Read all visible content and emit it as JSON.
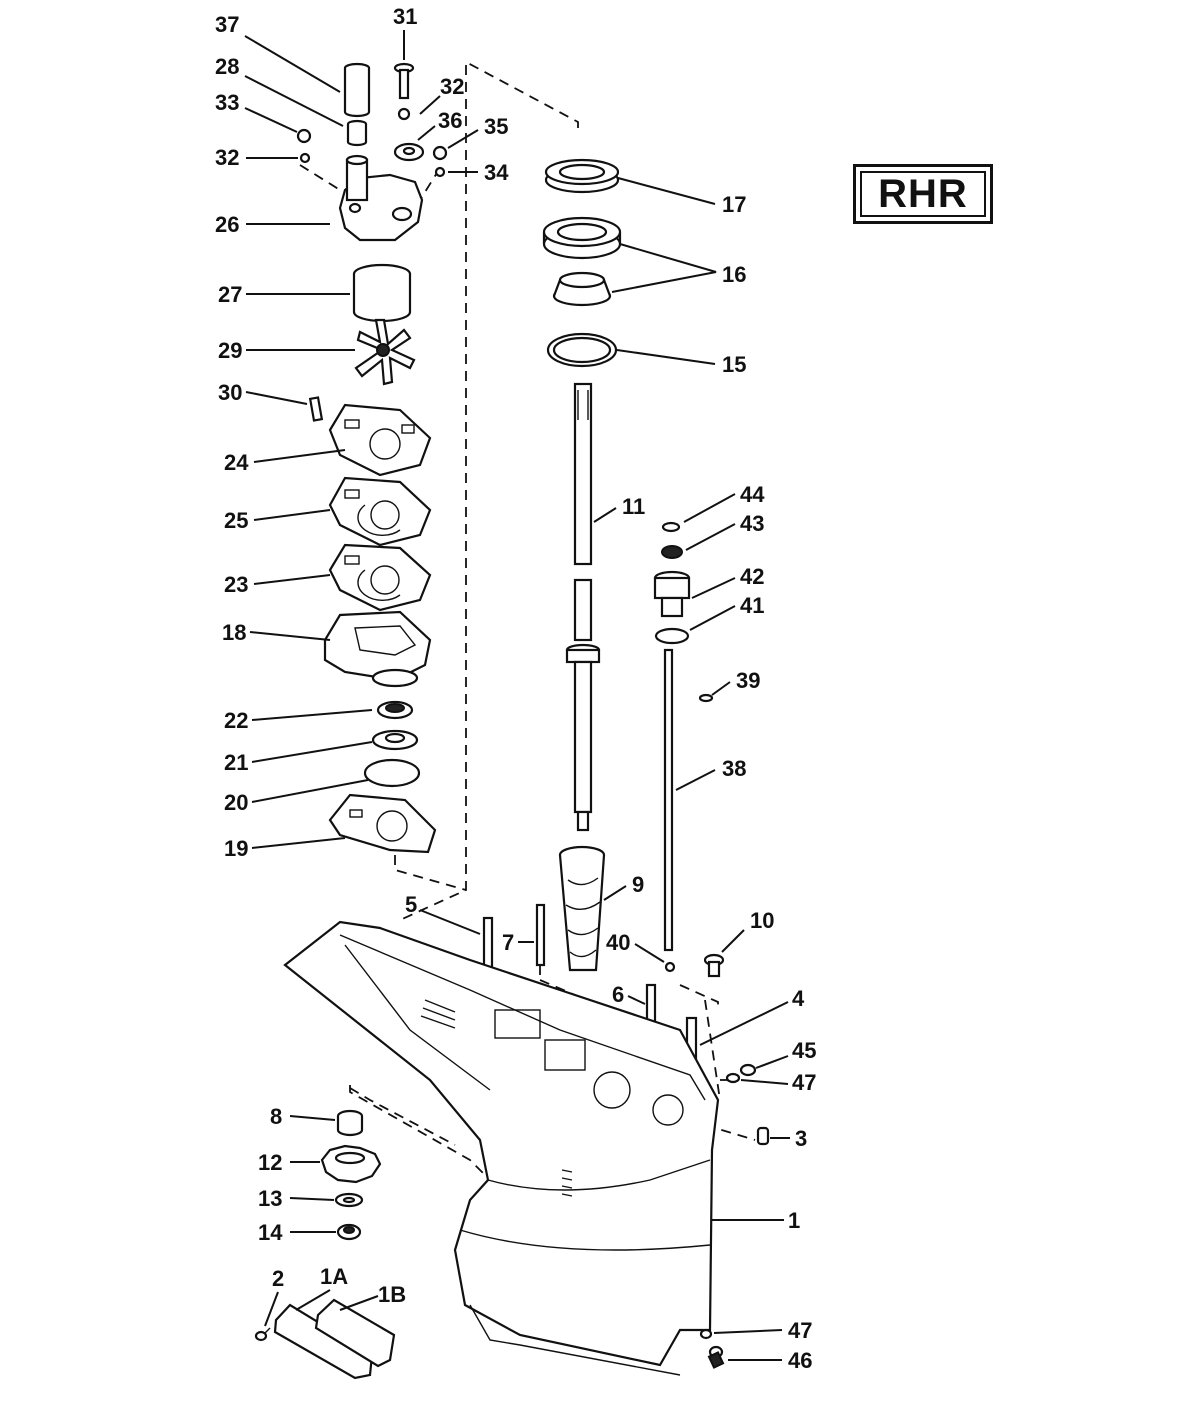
{
  "badge": {
    "text": "RHR"
  },
  "callouts": {
    "c1": "1",
    "c1A": "1A",
    "c1B": "1B",
    "c2": "2",
    "c3": "3",
    "c4": "4",
    "c5": "5",
    "c6": "6",
    "c7": "7",
    "c8": "8",
    "c9": "9",
    "c10": "10",
    "c11": "11",
    "c12": "12",
    "c13": "13",
    "c14": "14",
    "c15": "15",
    "c16": "16",
    "c17": "17",
    "c18": "18",
    "c19": "19",
    "c20": "20",
    "c21": "21",
    "c22": "22",
    "c23": "23",
    "c24": "24",
    "c25": "25",
    "c26": "26",
    "c27": "27",
    "c28": "28",
    "c29": "29",
    "c30": "30",
    "c31": "31",
    "c32a": "32",
    "c32b": "32",
    "c33": "33",
    "c34": "34",
    "c35": "35",
    "c36": "36",
    "c37": "37",
    "c38": "38",
    "c39": "39",
    "c40": "40",
    "c41": "41",
    "c42": "42",
    "c43": "43",
    "c44": "44",
    "c45": "45",
    "c46": "46",
    "c47a": "47",
    "c47b": "47"
  }
}
